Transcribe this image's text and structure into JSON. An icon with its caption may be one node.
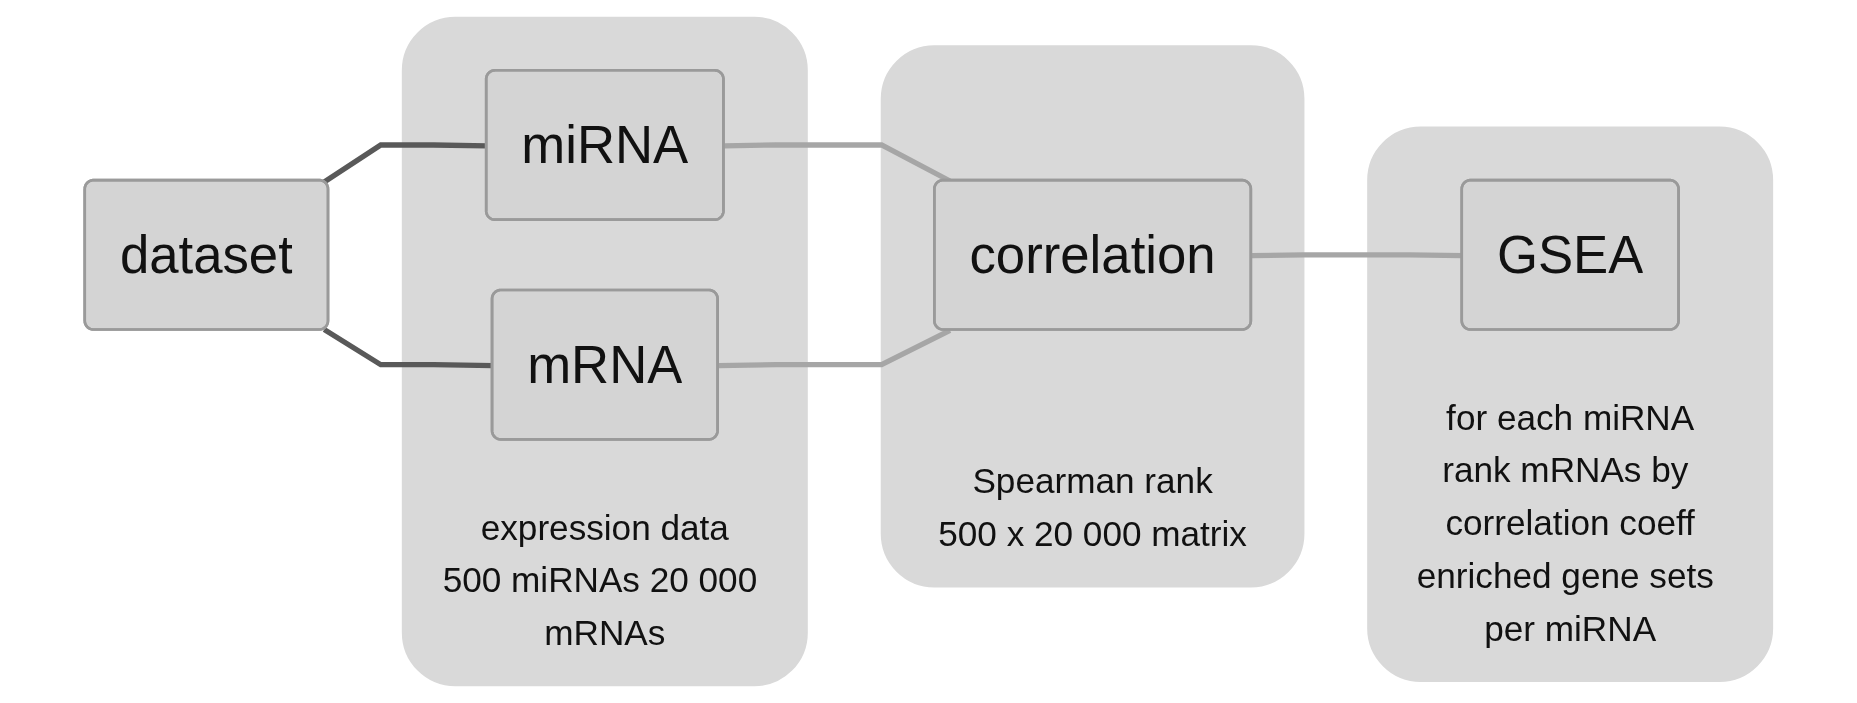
{
  "diagram": {
    "nodes": [
      {
        "text": [
          "dataset"
        ]
      },
      {
        "text": [
          "expression data",
          "500 miRNAs 20 000 mRNAs"
        ]
      },
      {
        "text": [
          "miRNA"
        ],
        "in": 1
      },
      {
        "text": [
          "mRNA"
        ],
        "in": 1
      },
      {
        "text": [
          "Spearman rank",
          "500 x 20 000 matrix"
        ]
      },
      {
        "text": [
          "correlation"
        ],
        "in": 4
      },
      {
        "text": [
          "for each miRNA",
          "rank mRNAs by correlation coeff",
          "enriched gene sets per miRNA"
        ]
      },
      {
        "text": [
          "GSEA"
        ],
        "in": 6
      }
    ],
    "edges": [
      {
        "from": 0,
        "to": 2,
        "arrow": "none",
        "color": "#595959"
      },
      {
        "from": 0,
        "to": 3,
        "arrow": "none",
        "color": "#595959"
      },
      {
        "from": 2,
        "to": 5,
        "arrow": "none"
      },
      {
        "from": 3,
        "to": 5,
        "arrow": "none"
      },
      {
        "from": 5,
        "to": 7,
        "arrow": "none"
      }
    ]
  }
}
